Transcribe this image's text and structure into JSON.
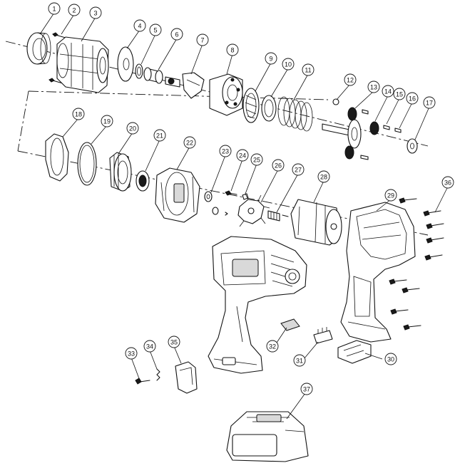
{
  "callouts": [
    {
      "label": "1"
    },
    {
      "label": "2"
    },
    {
      "label": "3"
    },
    {
      "label": "4"
    },
    {
      "label": "5"
    },
    {
      "label": "6"
    },
    {
      "label": "7"
    },
    {
      "label": "8"
    },
    {
      "label": "9"
    },
    {
      "label": "10"
    },
    {
      "label": "11"
    },
    {
      "label": "12"
    },
    {
      "label": "13"
    },
    {
      "label": "14"
    },
    {
      "label": "15"
    },
    {
      "label": "16"
    },
    {
      "label": "17"
    },
    {
      "label": "18"
    },
    {
      "label": "19"
    },
    {
      "label": "20"
    },
    {
      "label": "21"
    },
    {
      "label": "22"
    },
    {
      "label": "23"
    },
    {
      "label": "24"
    },
    {
      "label": "25"
    },
    {
      "label": "26"
    },
    {
      "label": "27"
    },
    {
      "label": "28"
    },
    {
      "label": "29"
    },
    {
      "label": "30"
    },
    {
      "label": "31"
    },
    {
      "label": "32"
    },
    {
      "label": "33"
    },
    {
      "label": "34"
    },
    {
      "label": "35"
    },
    {
      "label": "36"
    },
    {
      "label": "37"
    }
  ]
}
